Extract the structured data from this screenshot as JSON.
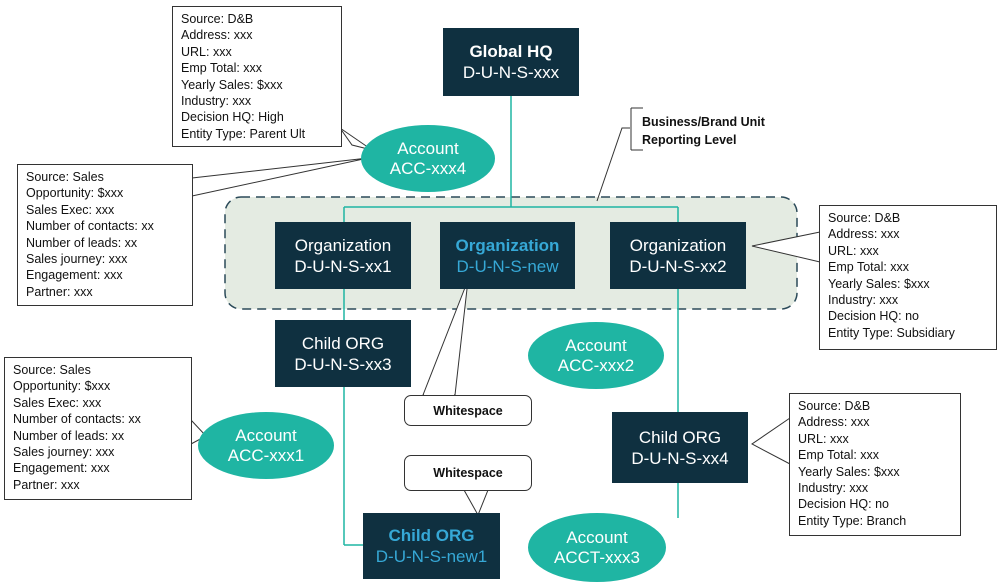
{
  "global_hq": {
    "name": "Global HQ",
    "duns": "D-U-N-S-xxx"
  },
  "organizations": [
    {
      "name": "Organization",
      "duns": "D-U-N-S-xx1"
    },
    {
      "name": "Organization",
      "duns": "D-U-N-S-new"
    },
    {
      "name": "Organization",
      "duns": "D-U-N-S-xx2"
    }
  ],
  "child_orgs": [
    {
      "name": "Child ORG",
      "duns": "D-U-N-S-xx3"
    },
    {
      "name": "Child ORG",
      "duns": "D-U-N-S-xx4"
    },
    {
      "name": "Child ORG",
      "duns": "D-U-N-S-new1"
    }
  ],
  "accounts": [
    {
      "label": "Account",
      "id": "ACC-xxx4"
    },
    {
      "label": "Account",
      "id": "ACC-xxx2"
    },
    {
      "label": "Account",
      "id": "ACC-xxx1"
    },
    {
      "label": "Account",
      "id": "ACCT-xxx3"
    }
  ],
  "business_unit_label": {
    "line1": "Business/Brand Unit",
    "line2": "Reporting Level"
  },
  "whitespace_labels": [
    "Whitespace",
    "Whitespace"
  ],
  "notes": {
    "hq": [
      "Source: D&B",
      "Address: xxx",
      "URL: xxx",
      "Emp Total: xxx",
      "Yearly Sales: $xxx",
      "Industry: xxx",
      "Decision HQ: High",
      "Entity Type: Parent Ult"
    ],
    "sales_top": [
      "Source: Sales",
      "Opportunity: $xxx",
      "Sales Exec: xxx",
      "Number of contacts: xx",
      "Number of leads: xx",
      "Sales journey: xxx",
      "Engagement: xxx",
      "Partner: xxx"
    ],
    "org_xx2": [
      "Source: D&B",
      "Address: xxx",
      "URL: xxx",
      "Emp Total: xxx",
      "Yearly Sales: $xxx",
      "Industry: xxx",
      "Decision HQ: no",
      "Entity Type: Subsidiary"
    ],
    "sales_bottom": [
      "Source: Sales",
      "Opportunity: $xxx",
      "Sales Exec: xxx",
      "Number of contacts: xx",
      "Number of leads: xx",
      "Sales journey: xxx",
      "Engagement: xxx",
      "Partner: xxx"
    ],
    "child_xx4": [
      "Source: D&B",
      "Address: xxx",
      "URL: xxx",
      "Emp Total: xxx",
      "Yearly Sales: $xxx",
      "Industry: xxx",
      "Decision HQ: no",
      "Entity Type: Branch"
    ]
  },
  "colors": {
    "node": "#0f3040",
    "account": "#1fb5a3",
    "connector": "#1fb5a3",
    "highlight_text": "#36a8d6",
    "band": "#e4ebe2",
    "band_border": "#2b4a59"
  }
}
